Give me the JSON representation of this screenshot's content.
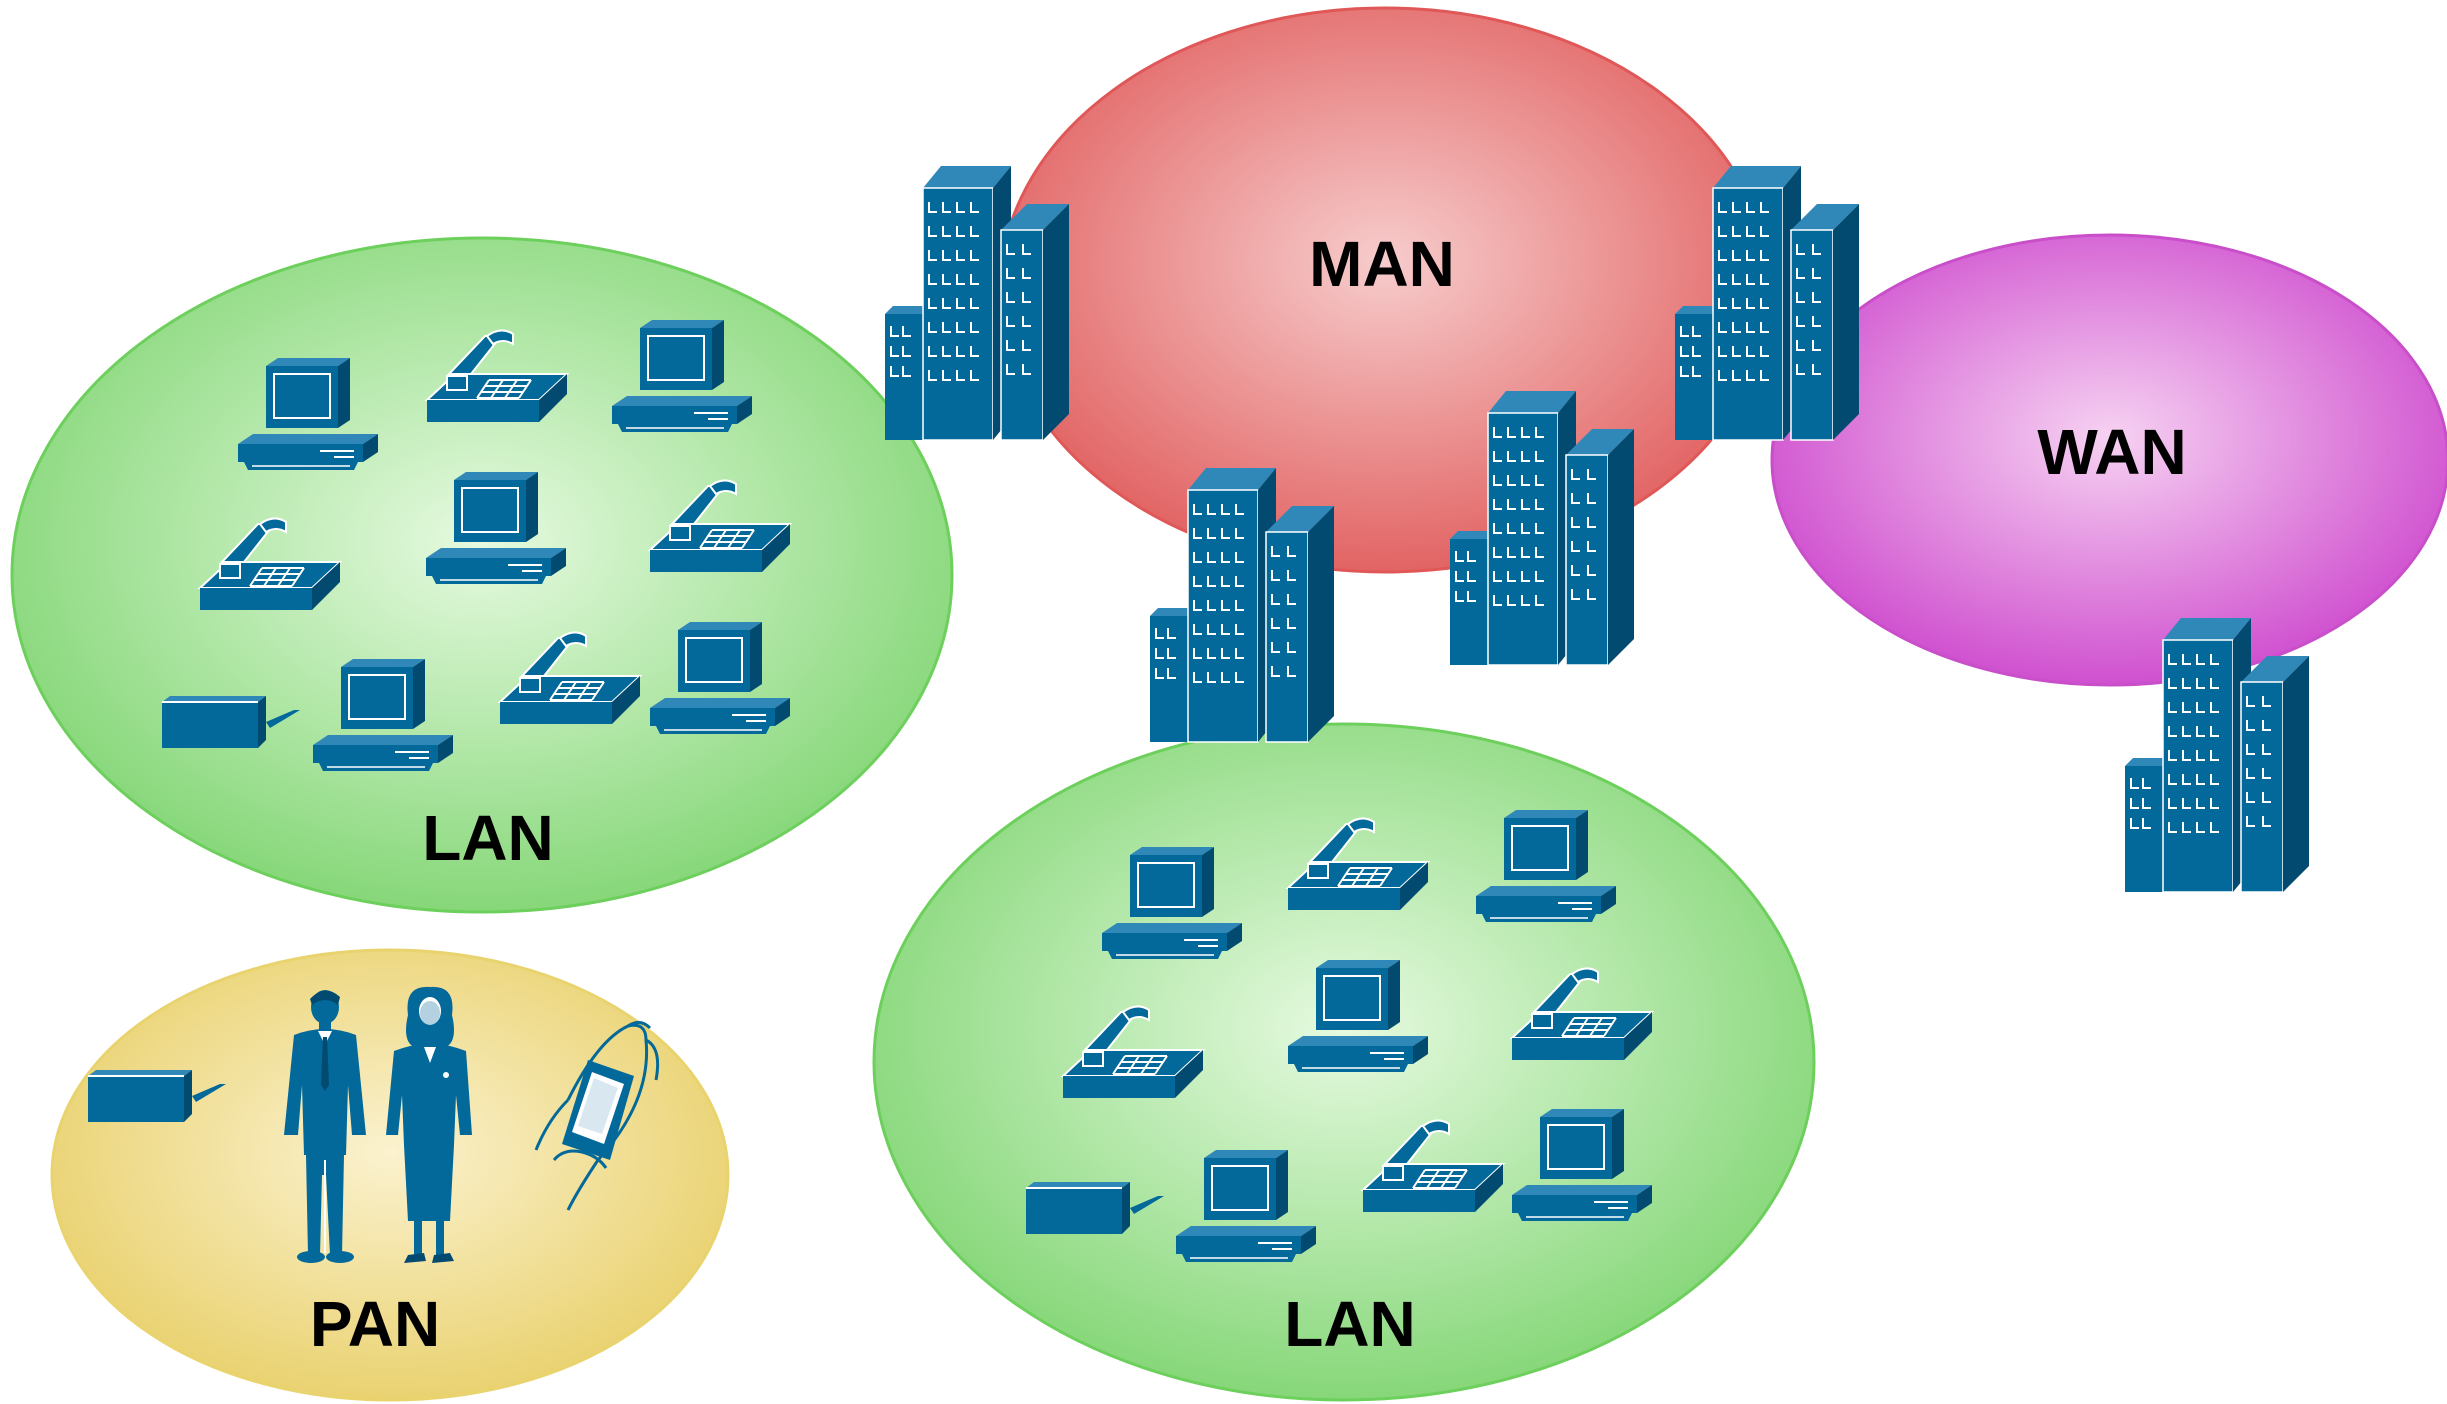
{
  "colors": {
    "lan": "#7ed470",
    "lan_center": "#e6fae0",
    "lan_stroke": "#6dcf5c",
    "man": "#e05a5a",
    "man_center": "#f7cccc",
    "man_stroke": "#e05757",
    "wan": "#cc44cc",
    "wan_center": "#f6d2f2",
    "wan_stroke": "#c94ec9",
    "pan": "#e8cf68",
    "pan_center": "#fbf2cf",
    "pan_stroke": "#e9d36e",
    "device": "#03689a",
    "device_light": "#2f88b8",
    "device_dark": "#024a70"
  },
  "networks": {
    "man": {
      "label": "MAN"
    },
    "wan": {
      "label": "WAN"
    },
    "lan_left": {
      "label": "LAN",
      "devices": [
        "computer-icon",
        "phone-icon",
        "computer-icon",
        "phone-icon",
        "computer-icon",
        "phone-icon",
        "printer-icon",
        "computer-icon",
        "phone-icon",
        "computer-icon"
      ]
    },
    "lan_bottom": {
      "label": "LAN",
      "devices": [
        "computer-icon",
        "phone-icon",
        "computer-icon",
        "phone-icon",
        "computer-icon",
        "phone-icon",
        "printer-icon",
        "computer-icon",
        "phone-icon",
        "computer-icon"
      ]
    },
    "pan": {
      "label": "PAN",
      "devices": [
        "printer-icon",
        "man-person-icon",
        "woman-person-icon",
        "handheld-pda-icon"
      ]
    }
  },
  "buildings": [
    "building-icon",
    "building-icon",
    "building-icon",
    "building-icon",
    "building-icon"
  ]
}
